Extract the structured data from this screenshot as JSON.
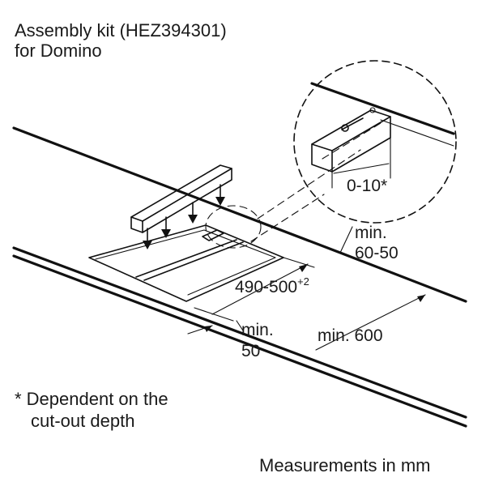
{
  "title": {
    "line1": "Assembly kit (HEZ394301)",
    "line2": "for Domino"
  },
  "dimensions": {
    "detail_gap": "0-10*",
    "rear_min_label": "min.",
    "rear_min_value": "60-50",
    "cutout_width": "490-500",
    "cutout_width_tolerance": "+2",
    "front_min_label": "min.",
    "front_min_value": "50",
    "depth_min": "min. 600"
  },
  "footnote": {
    "line1": "* Dependent on the",
    "line2": "cut-out depth"
  },
  "units_note": "Measurements in mm"
}
